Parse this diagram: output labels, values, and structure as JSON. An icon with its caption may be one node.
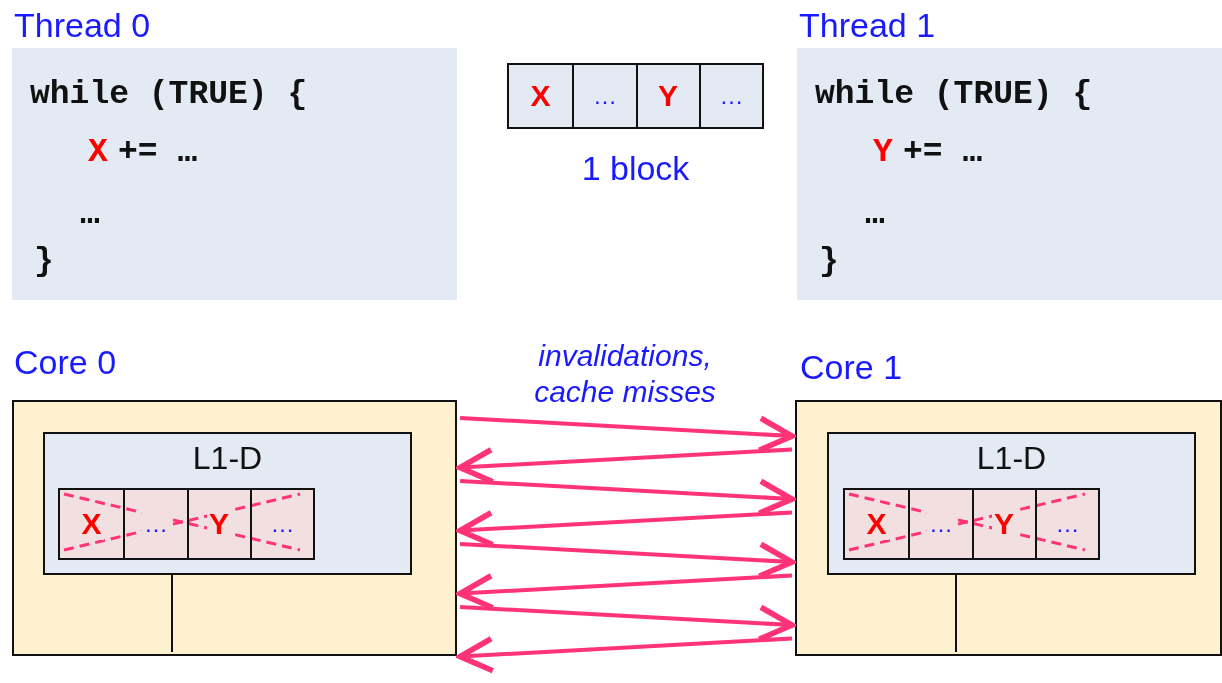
{
  "diagram": {
    "nodes": [
      {
        "text": [
          "Thread 0",
          "while (TRUE) {",
          "X",
          "+= …",
          "…",
          "}"
        ]
      },
      {
        "text": [],
        "shape": "box",
        "beside": [
          "1 block"
        ]
      },
      {
        "text": [
          "X"
        ],
        "in": 1
      },
      {
        "text": [
          "…"
        ],
        "in": 1
      },
      {
        "text": [
          "Y"
        ],
        "in": 1
      },
      {
        "text": [
          "…"
        ],
        "in": 1
      },
      {
        "text": [
          "Thread 1",
          "while (TRUE) {",
          "Y",
          "+= …",
          "…",
          "}"
        ]
      },
      {
        "text": [
          "Core 0"
        ]
      },
      {
        "text": [
          "L1-D"
        ],
        "in": 7
      },
      {
        "text": [],
        "shape": "box",
        "in": 8
      },
      {
        "text": [
          "X"
        ],
        "in": 9
      },
      {
        "text": [
          "…"
        ],
        "in": 9
      },
      {
        "text": [
          "Y"
        ],
        "in": 9
      },
      {
        "text": [
          "…"
        ],
        "in": 9
      },
      {
        "text": [
          "Core 1"
        ]
      },
      {
        "text": [
          "L1-D"
        ],
        "in": 14
      },
      {
        "text": [],
        "shape": "box",
        "in": 15
      },
      {
        "text": [
          "X"
        ],
        "in": 16
      },
      {
        "text": [
          "…"
        ],
        "in": 16
      },
      {
        "text": [
          "Y"
        ],
        "in": 16
      },
      {
        "text": [
          "…"
        ],
        "in": 16
      }
    ],
    "edges": [
      {
        "from": 7,
        "to": 14,
        "arrow": "to"
      },
      {
        "from": 14,
        "to": 7,
        "arrow": "to"
      },
      {
        "from": 7,
        "to": 14,
        "arrow": "to"
      },
      {
        "from": 14,
        "to": 7,
        "arrow": "to"
      },
      {
        "from": 7,
        "to": 14,
        "arrow": "to"
      },
      {
        "from": 14,
        "to": 7,
        "arrow": "to"
      },
      {
        "from": 7,
        "to": 14,
        "arrow": "to"
      },
      {
        "from": 14,
        "to": 7,
        "arrow": "to"
      }
    ],
    "labels": [
      "invalidations, cache misses"
    ]
  }
}
